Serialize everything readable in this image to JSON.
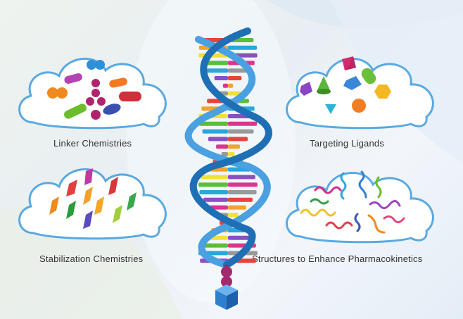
{
  "labels": {
    "linker": "Linker Chemistries",
    "targeting": "Targeting Ligands",
    "stabilization": "Stabilization Chemistries",
    "pharmacokinetics": "Structures to Enhance Pharmacokinetics"
  },
  "colors": {
    "cloud_outline": "#5aa9e0",
    "cloud_fill": "#ffffff",
    "dna_backbone": "#1f6fb4",
    "dna_backbone_light": "#4aa0e0",
    "rung_colors": [
      "#e8433a",
      "#f3a22b",
      "#f2e03a",
      "#5bbd3a",
      "#2aa7d8",
      "#8a4fc1",
      "#d9368e",
      "#999999"
    ],
    "end_bead": "#a42a6e",
    "end_cube": "#3d8fd6"
  }
}
